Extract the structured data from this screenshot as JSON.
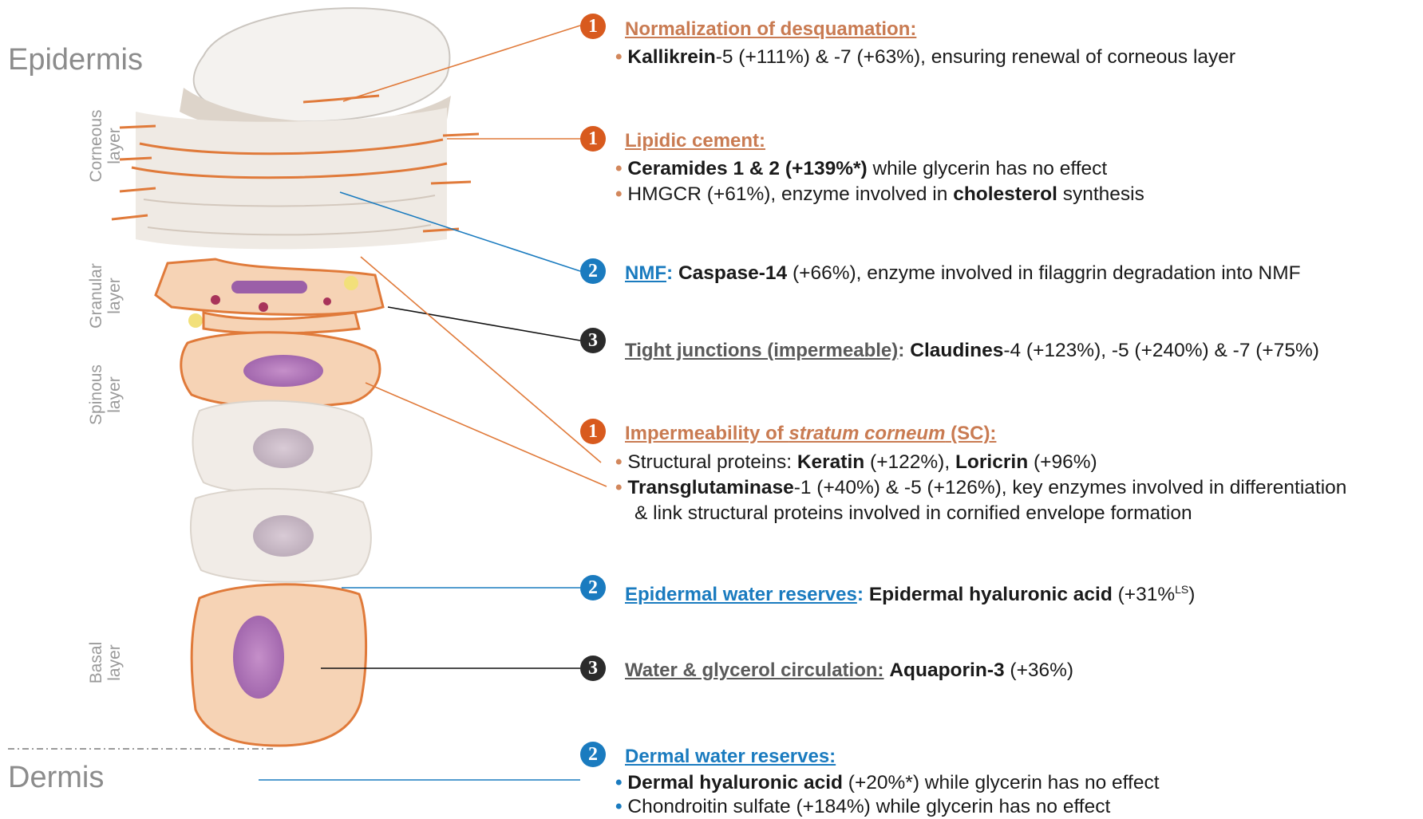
{
  "regions": {
    "epidermis": "Epidermis",
    "dermis": "Dermis"
  },
  "layers": {
    "corneous": [
      "Corneous",
      "layer"
    ],
    "granular": [
      "Granular",
      "layer"
    ],
    "spinous": [
      "Spinous",
      "layer"
    ],
    "basal": [
      "Basal",
      "layer"
    ]
  },
  "colors": {
    "orange": "#d85a1e",
    "blue": "#1a7bbf",
    "black": "#2b2b2b"
  },
  "annotations": [
    {
      "num": "1",
      "heading": "Normalization of desquamation:",
      "bullets": [
        {
          "bold": "Kallikrein",
          "text": "-5 (+111%) & -7 (+63%), ensuring renewal of corneous layer"
        }
      ]
    },
    {
      "num": "1",
      "heading": "Lipidic cement:",
      "bullets": [
        {
          "bold": "Ceramides 1 & 2 (+139%*)",
          "text": " while glycerin has no effect"
        },
        {
          "pre": "HMGCR (+61%), enzyme involved in ",
          "bold": "cholesterol",
          "text": " synthesis"
        }
      ]
    },
    {
      "num": "2",
      "heading": "NMF",
      "colon": ":",
      "bold": "Caspase-14",
      "text": " (+66%), enzyme involved in filaggrin degradation into NMF"
    },
    {
      "num": "3",
      "heading": "Tight junctions (impermeable)",
      "colon": ":",
      "bold": "Claudines",
      "text": "-4 (+123%), -5 (+240%) & -7 (+75%)"
    },
    {
      "num": "1",
      "heading_pre": "Impermeability of ",
      "heading_it": "stratum corneum",
      "heading_post": " (SC):",
      "bullets": [
        {
          "pre": "Structural proteins: ",
          "bold": "Keratin",
          "text": " (+122%), ",
          "bold2": "Loricrin",
          "text2": " (+96%)"
        },
        {
          "bold": "Transglutaminase",
          "text": "-1 (+40%) & -5 (+126%), key enzymes involved in differentiation"
        }
      ],
      "continuation": "& link structural proteins involved in cornified envelope formation"
    },
    {
      "num": "2",
      "heading": "Epidermal water reserves",
      "colon": ":",
      "bold": "Epidermal hyaluronic acid",
      "text": " (+31%",
      "sup": "LS",
      "text_end": ")"
    },
    {
      "num": "3",
      "heading": "Water & glycerol circulation:",
      "bold": "Aquaporin-3",
      "text": " (+36%)"
    },
    {
      "num": "2",
      "heading": "Dermal water reserves:",
      "bullets": [
        {
          "bold": "Dermal hyaluronic acid",
          "text": " (+20%*) while glycerin has no effect"
        },
        {
          "pre": "Chondroitin sulfate (+184%) while glycerin has no effect"
        }
      ]
    }
  ]
}
